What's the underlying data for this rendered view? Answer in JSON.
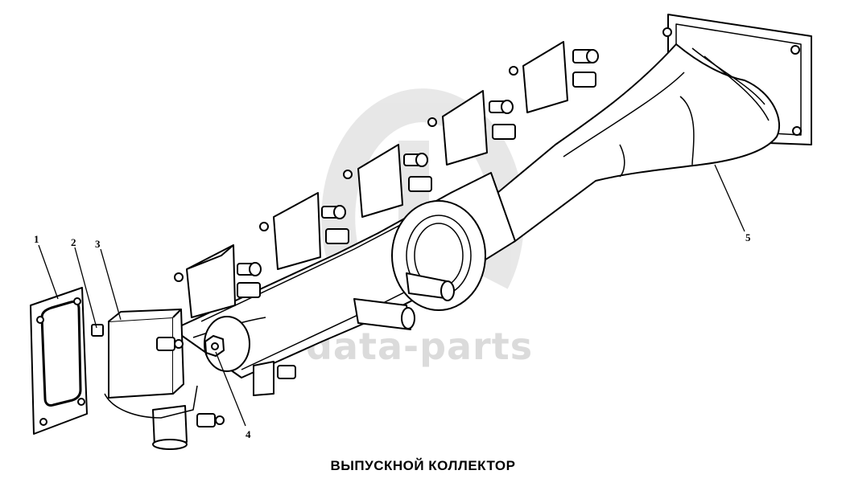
{
  "caption": "ВЫПУСКНОЙ КОЛЛЕКТОР",
  "watermark": "data-parts",
  "callouts": [
    {
      "number": "1",
      "part": "gasket"
    },
    {
      "number": "2",
      "part": "bolt"
    },
    {
      "number": "3",
      "part": "flange"
    },
    {
      "number": "4",
      "part": "nut"
    },
    {
      "number": "5",
      "part": "exhaust-pipe"
    }
  ],
  "colors": {
    "line": "#000000",
    "watermark": "#cfcfcf",
    "background": "#ffffff"
  }
}
